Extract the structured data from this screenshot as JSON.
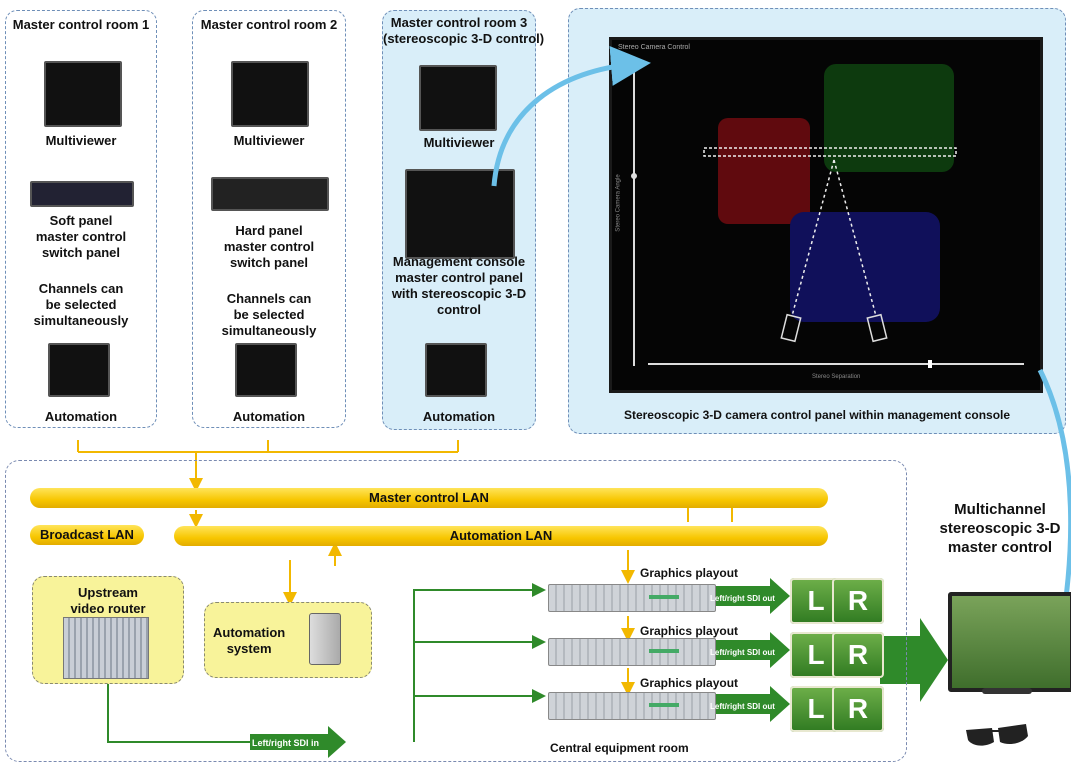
{
  "rooms": [
    {
      "title": "Master control room 1",
      "multiviewer": "Multiviewer",
      "panel": "Soft panel\nmaster control\nswitch panel",
      "note": "Channels can\nbe selected\nsimultaneously",
      "automation": "Automation"
    },
    {
      "title": "Master control room 2",
      "multiviewer": "Multiviewer",
      "panel": "Hard panel\nmaster control\nswitch panel",
      "note": "Channels can\nbe selected\nsimultaneously",
      "automation": "Automation"
    },
    {
      "title": "Master control room 3\n(stereoscopic 3-D control)",
      "multiviewer": "Multiviewer",
      "panel": "Management console\nmaster control panel\nwith stereoscopic 3-D\ncontrol",
      "automation": "Automation"
    }
  ],
  "console": {
    "caption": "Stereoscopic 3-D camera control panel within management console",
    "screen_title": "Stereo Camera Control",
    "vertical_label": "Stereo Camera Angle",
    "horizontal_label": "Stereo Separation"
  },
  "lan": {
    "master": "Master control LAN",
    "automation": "Automation LAN",
    "broadcast": "Broadcast LAN"
  },
  "router": {
    "label": "Upstream\nvideo router"
  },
  "automation_system": {
    "label": "Automation\nsystem"
  },
  "playout": {
    "labels": [
      "Graphics playout",
      "Graphics playout",
      "Graphics playout"
    ],
    "output": "Left/right SDI out",
    "input": "Left/right SDI in",
    "tiles": [
      "L",
      "R"
    ]
  },
  "room_label": "Central equipment room",
  "tv": {
    "title": "Multichannel\nstereoscopic 3-D\nmaster control"
  },
  "colors": {
    "lan": "#f7c600",
    "room3": "#d9eef9",
    "green": "#2f8a2a",
    "router_box": "#f8f39a",
    "arrow_blue": "#6cc0e8"
  }
}
